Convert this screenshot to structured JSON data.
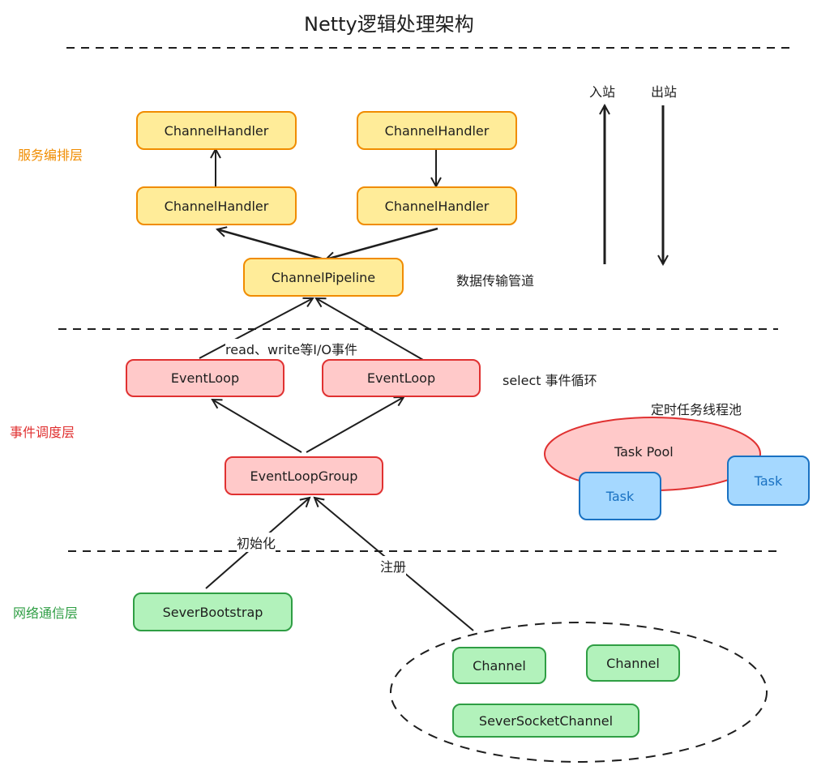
{
  "title": "Netty逻辑处理架构",
  "colors": {
    "service_layer": "#f08c00",
    "event_layer": "#e03131",
    "network_layer": "#2f9e44",
    "task_blue": "#1971c2",
    "line": "#1e1e1e"
  },
  "layers": {
    "service": "服务编排层",
    "event": "事件调度层",
    "network": "网络通信层"
  },
  "service": {
    "handler_left_top": "ChannelHandler",
    "handler_left_bottom": "ChannelHandler",
    "handler_right_top": "ChannelHandler",
    "handler_right_bottom": "ChannelHandler",
    "pipeline": "ChannelPipeline",
    "pipeline_note": "数据传输管道",
    "inbound": "入站",
    "outbound": "出站"
  },
  "event": {
    "io_note": "read、write等I/O事件",
    "eventloop_left": "EventLoop",
    "eventloop_right": "EventLoop",
    "select_note": "select 事件循环",
    "group": "EventLoopGroup",
    "task_pool_title": "定时任务线程池",
    "task_pool": "Task Pool",
    "task_left": "Task",
    "task_right": "Task"
  },
  "network": {
    "init_note": "初始化",
    "register_note": "注册",
    "bootstrap": "SeverBootstrap",
    "channel_left": "Channel",
    "channel_right": "Channel",
    "server_socket_channel": "SeverSocketChannel"
  }
}
